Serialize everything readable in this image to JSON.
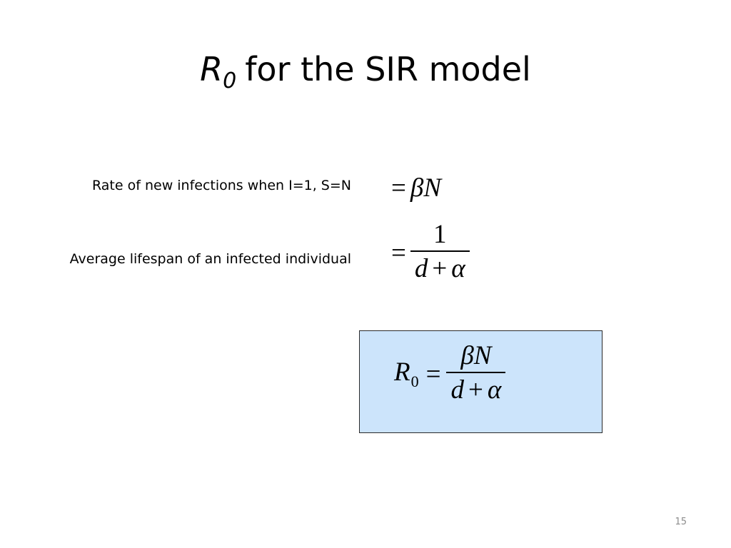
{
  "slide": {
    "title": {
      "symbol": "R",
      "subscript": "0",
      "rest": "for the SIR model"
    },
    "rows": [
      {
        "label": "Rate of new infections when I=1, S=N",
        "equals": "=",
        "expr_beta": "β",
        "expr_n": "N"
      },
      {
        "label": "Average lifespan of an infected individual",
        "equals": "=",
        "numerator": "1",
        "den_d": "d",
        "den_plus": "+",
        "den_alpha": "α"
      }
    ],
    "result": {
      "lhs": "R",
      "lhs_sub": "0",
      "equals": "=",
      "num_beta": "β",
      "num_n": "N",
      "den_d": "d",
      "den_plus": "+",
      "den_alpha": "α",
      "box_color": "#cce4fb"
    },
    "page_number": "15"
  }
}
